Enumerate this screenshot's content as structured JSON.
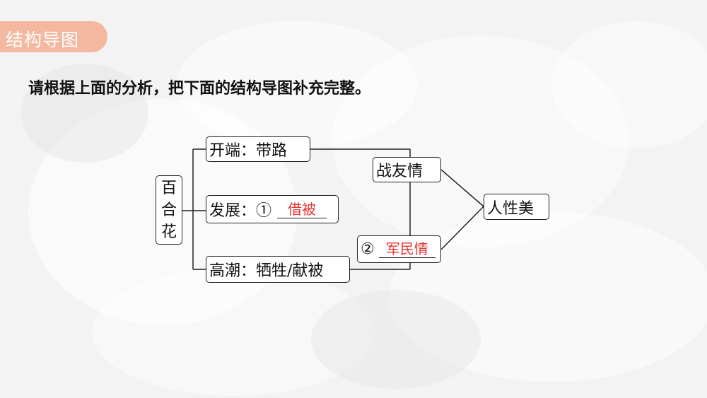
{
  "section": {
    "title": "结构导图",
    "color": "#f4b79f"
  },
  "instruction": "请根据上面的分析，把下面的结构导图补充完整。",
  "diagram": {
    "root": {
      "chars": [
        "百",
        "合",
        "花"
      ]
    },
    "branches": [
      {
        "label": "开端：带路",
        "answer": ""
      },
      {
        "label": "发展：①",
        "answer": "借被"
      },
      {
        "label": "高潮：牺牲/献被",
        "answer": ""
      }
    ],
    "middle": [
      {
        "label": "战友情",
        "answer": ""
      },
      {
        "label": "②",
        "answer": "军民情"
      }
    ],
    "final": {
      "label": "人性美"
    },
    "answer_color": "#e33434"
  }
}
